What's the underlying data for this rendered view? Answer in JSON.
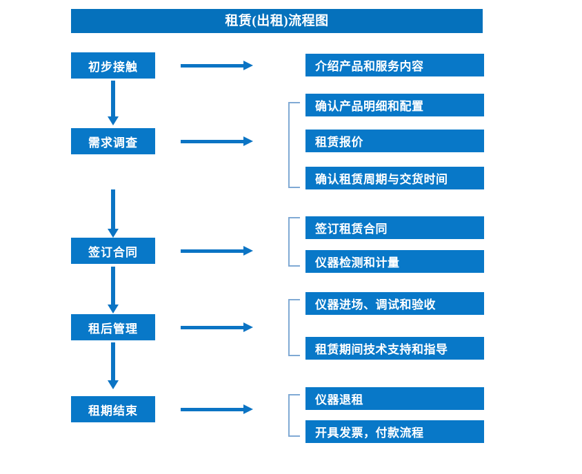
{
  "diagram": {
    "title": "租赁(出租)流程图",
    "colors": {
      "title_bar": "#0571bc",
      "box_fill": "#0878c8",
      "arrow": "#0b74c4",
      "bracket": "#7fa9d4",
      "text": "#ffffff",
      "background": "#ffffff"
    },
    "stages": [
      {
        "id": "stage-1",
        "label": "初步接触",
        "details": [
          "介绍产品和服务内容"
        ],
        "has_bracket": false
      },
      {
        "id": "stage-2",
        "label": "需求调查",
        "details": [
          "确认产品明细和配置",
          "租赁报价",
          "确认租赁周期与交货时间"
        ],
        "has_bracket": true
      },
      {
        "id": "stage-3",
        "label": "签订合同",
        "details": [
          "签订租赁合同",
          "仪器检测和计量"
        ],
        "has_bracket": true
      },
      {
        "id": "stage-4",
        "label": "租后管理",
        "details": [
          "仪器进场、调试和验收",
          "租赁期间技术支持和指导"
        ],
        "has_bracket": true
      },
      {
        "id": "stage-5",
        "label": "租期结束",
        "details": [
          "仪器退租",
          "开具发票，付款流程"
        ],
        "has_bracket": true
      }
    ],
    "connectors": {
      "horizontal_arrow": "arrow-right-icon",
      "vertical_arrow": "arrow-down-icon",
      "group_bracket": "bracket-icon"
    }
  }
}
